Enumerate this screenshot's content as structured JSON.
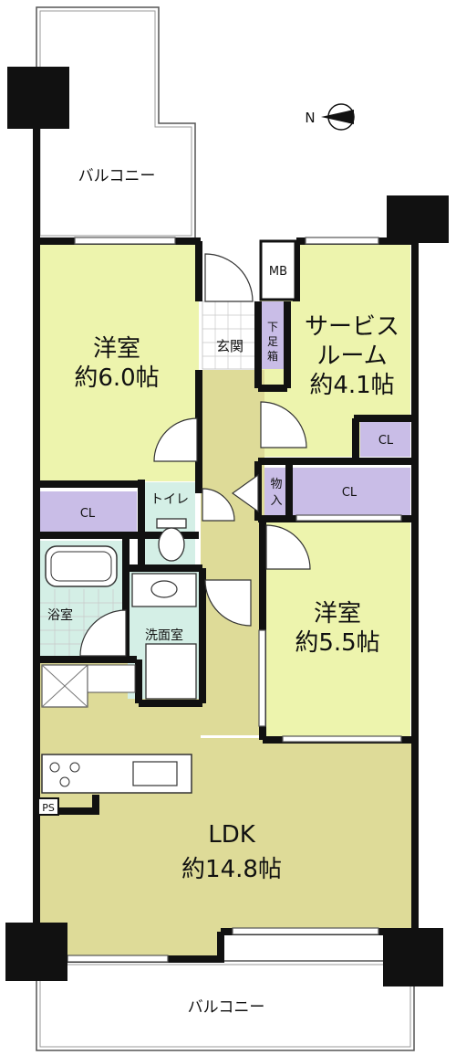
{
  "rooms": {
    "balcony_top": "バルコニー",
    "western_room_1": {
      "name": "洋室",
      "size": "約6.0帖"
    },
    "service_room": {
      "name_line1": "サービス",
      "name_line2": "ルーム",
      "size": "約4.1帖"
    },
    "western_room_2": {
      "name": "洋室",
      "size": "約5.5帖"
    },
    "ldk": {
      "name": "LDK",
      "size": "約14.8帖"
    },
    "balcony_bottom": "バルコニー"
  },
  "fixtures": {
    "mb": "MB",
    "genkan": "玄関",
    "shoe_box": [
      "下",
      "足",
      "箱"
    ],
    "storage": [
      "物",
      "入"
    ],
    "closet": "CL",
    "toilet": "トイレ",
    "bathroom": "浴室",
    "washroom": "洗面室",
    "pipe_space": "PS"
  },
  "compass": {
    "north_label": "N"
  },
  "colors": {
    "room_yellow": "#edf4ad",
    "ldk_olive": "#dedb98",
    "corridor_olive": "#dedb98",
    "closet_lavender": "#c9bde7",
    "wet_mint": "#d4efe6",
    "balcony": "#ffffff",
    "column": "#111111"
  }
}
